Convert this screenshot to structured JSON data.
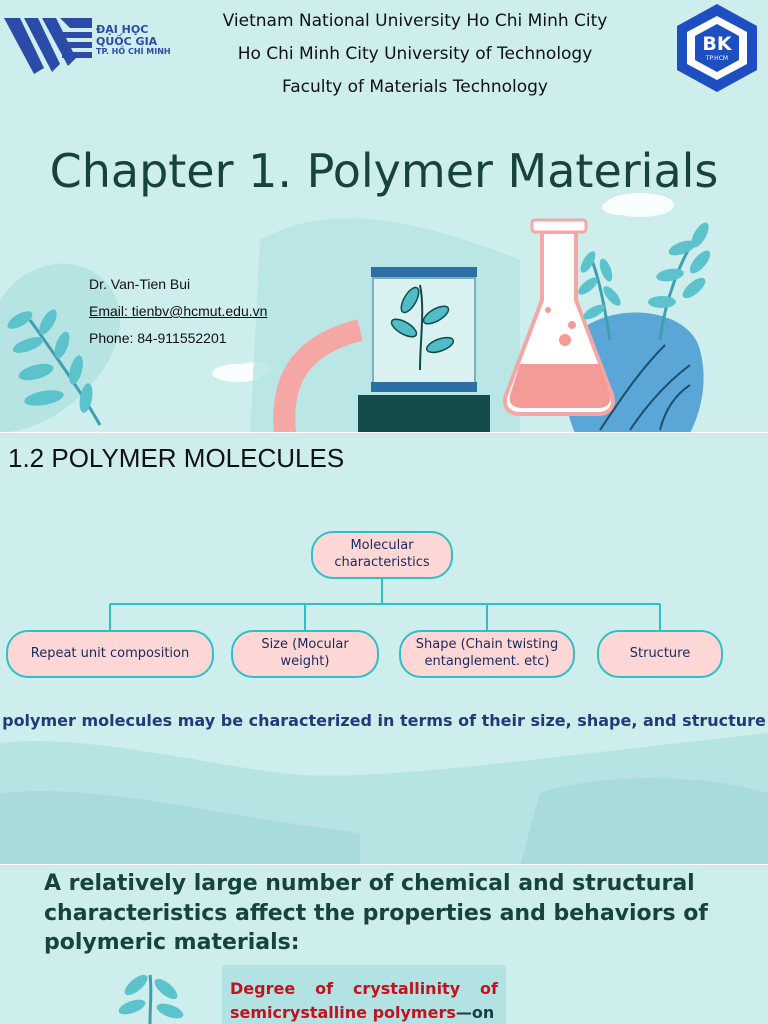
{
  "slide1": {
    "vnu_logo_text": [
      "ĐẠI HỌC",
      "QUỐC GIA",
      "TP. HỒ CHÍ MINH"
    ],
    "header_lines": [
      "Vietnam National University Ho Chi Minh City",
      "Ho Chi Minh City University of Technology",
      "Faculty of Materials Technology"
    ],
    "bk_logo_text": [
      "BK",
      "TP.HCM"
    ],
    "title": "Chapter 1. Polymer Materials",
    "author": {
      "name": "Dr. Van-Tien Bui",
      "email": "Email: tienbv@hcmut.edu.vn",
      "phone": "Phone: 84-911552201"
    }
  },
  "slide2": {
    "section_title": "1.2 POLYMER MOLECULES",
    "diagram": {
      "root": "Molecular characteristics",
      "children": [
        "Repeat unit composition",
        "Size (Mocular weight)",
        "Shape (Chain twisting entanglement. etc)",
        "Structure"
      ]
    },
    "caption": "polymer molecules may be characterized in terms of their size, shape, and structure"
  },
  "slide3": {
    "headline": "A relatively large number of chemical and structural characteristics affect the  properties and behaviors of polymeric materials:",
    "callout_red": "Degree of crystallinity of semicrystalline polymers",
    "callout_tail": "—on"
  },
  "colors": {
    "background": "#cdeeed",
    "title": "#17433f",
    "node_fill": "#fcd7d5",
    "node_border": "#2fbfc8",
    "caption": "#1f3b79",
    "callout_red": "#c1121f"
  }
}
